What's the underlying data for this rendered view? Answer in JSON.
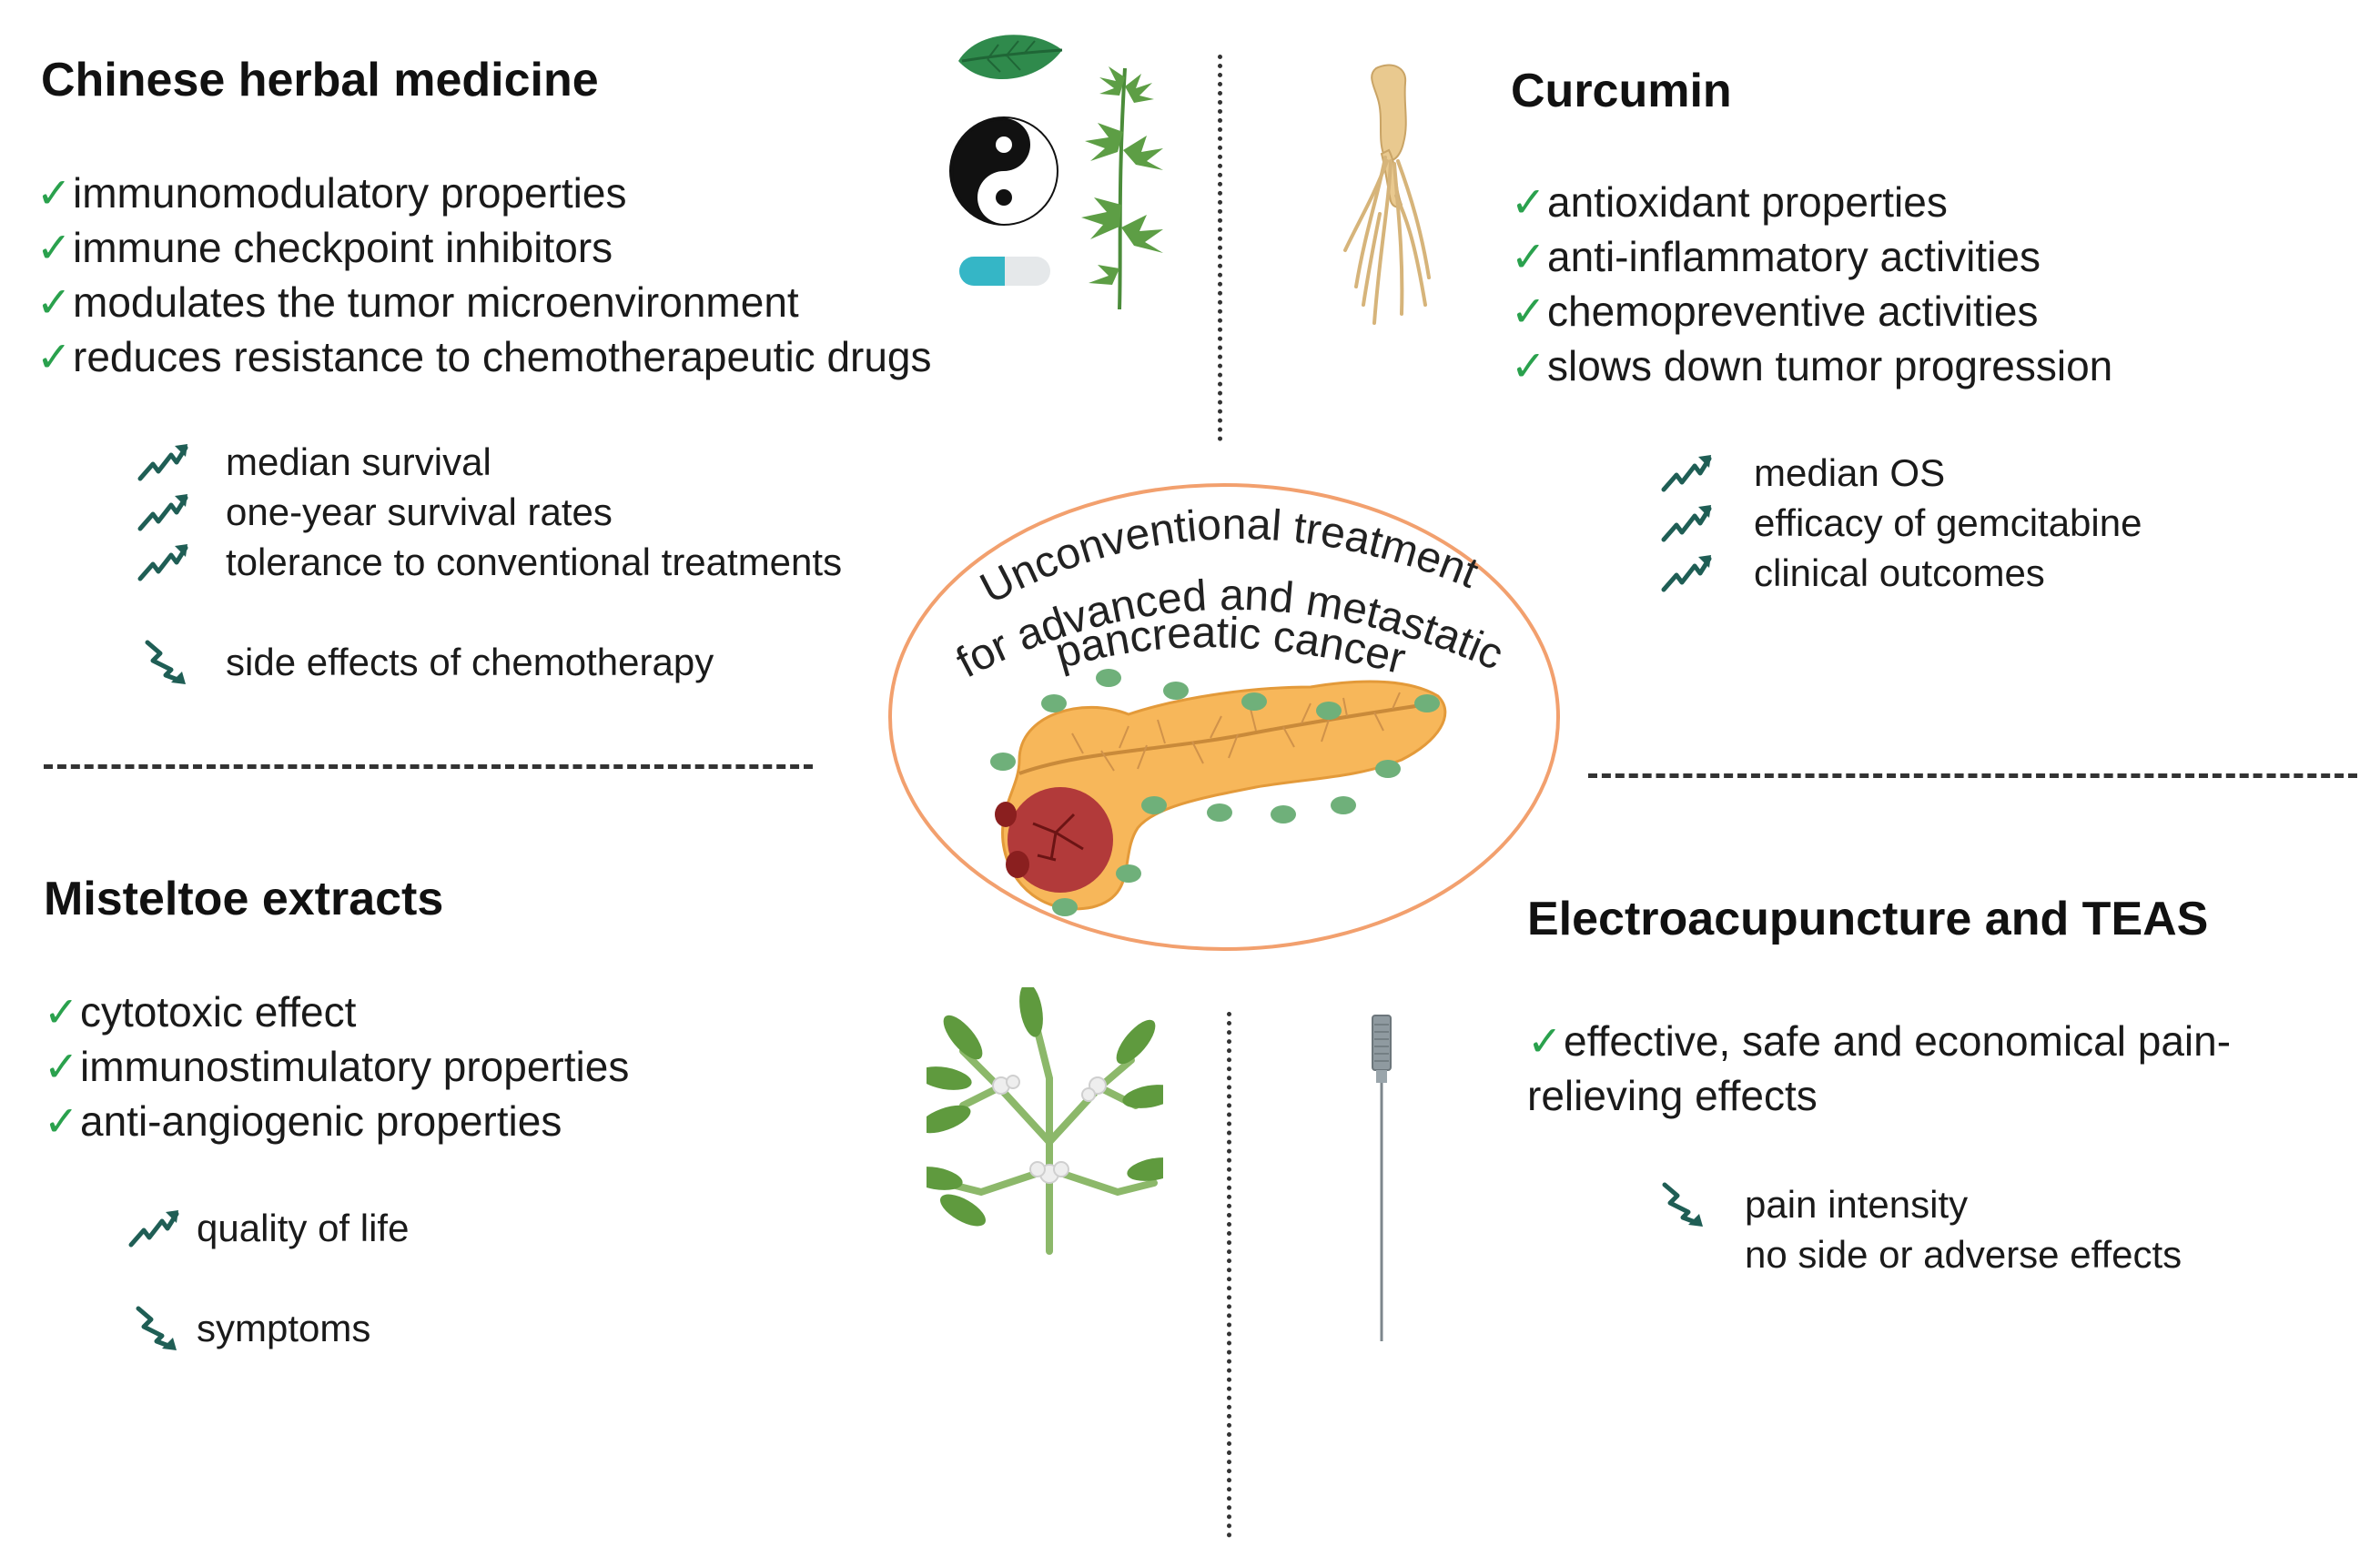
{
  "center": {
    "line1": "Unconventional treatment",
    "line2": "for advanced and metastatic",
    "line3": "pancreatic cancer"
  },
  "quadrants": {
    "herbal": {
      "title": "Chinese herbal medicine",
      "bullets": [
        "immunomodulatory properties",
        "immune checkpoint inhibitors",
        "modulates the tumor microenvironment",
        "reduces resistance to chemotherapeutic drugs"
      ],
      "increases": [
        "median survival",
        "one-year survival rates",
        "tolerance to conventional treatments"
      ],
      "decreases": [
        "side effects of chemotherapy"
      ]
    },
    "curcumin": {
      "title": "Curcumin",
      "bullets": [
        "antioxidant properties",
        "anti-inflammatory activities",
        "chemopreventive activities",
        "slows down tumor progression"
      ],
      "increases": [
        "median OS",
        "efficacy of gemcitabine",
        "clinical outcomes"
      ]
    },
    "mistletoe": {
      "title": "Misteltoe extracts",
      "bullets": [
        "cytotoxic effect",
        "immunostimulatory properties",
        "anti-angiogenic properties"
      ],
      "increases": [
        "quality of life"
      ],
      "decreases": [
        "symptoms"
      ]
    },
    "electro": {
      "title": "Electroacupuncture and TEAS",
      "bullets": [
        "effective, safe and economical pain-",
        "relieving effects"
      ],
      "decreases": [
        "pain intensity",
        "no side or adverse effects"
      ]
    }
  },
  "colors": {
    "check": "#2aa14d",
    "arrow": "#1f5e55",
    "ellipse": "#f2a06e",
    "pancreas": "#f7b75a",
    "tumor": "#b23a3a",
    "node": "#6fb07a"
  },
  "icons": {
    "check": "check-icon",
    "increase": "trend-up-arrow-icon",
    "decrease": "trend-down-arrow-icon"
  }
}
